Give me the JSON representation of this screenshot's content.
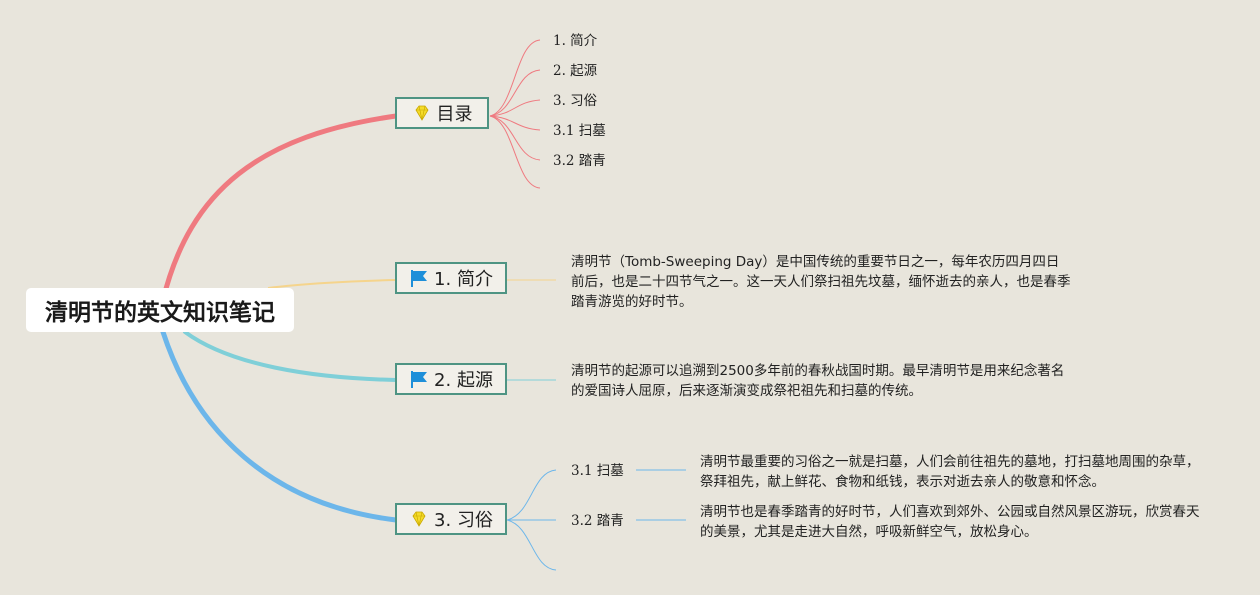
{
  "root": {
    "title": "清明节的英文知识笔记"
  },
  "topics": {
    "toc": {
      "label": "目录",
      "icon": "diamond-icon"
    },
    "intro": {
      "label": "1. 简介",
      "icon": "flag-icon"
    },
    "origin": {
      "label": "2. 起源",
      "icon": "flag-icon"
    },
    "customs": {
      "label": "3. 习俗",
      "icon": "diamond-icon"
    }
  },
  "toc_items": [
    "1. 简介",
    "2. 起源",
    "3. 习俗",
    "3.1 扫墓",
    "3.2 踏青"
  ],
  "notes": {
    "intro": "清明节（Tomb-Sweeping Day）是中国传统的重要节日之一，每年农历四月四日前后，也是二十四节气之一。这一天人们祭扫祖先坟墓，缅怀逝去的亲人，也是春季踏青游览的好时节。",
    "origin": "清明节的起源可以追溯到2500多年前的春秋战国时期。最早清明节是用来纪念著名的爱国诗人屈原，后来逐渐演变成祭祀祖先和扫墓的传统。"
  },
  "customs": [
    {
      "label": "3.1 扫墓",
      "note": "清明节最重要的习俗之一就是扫墓，人们会前往祖先的墓地，打扫墓地周围的杂草，祭拜祖先，献上鲜花、食物和纸钱，表示对逝去亲人的敬意和怀念。"
    },
    {
      "label": "3.2 踏青",
      "note": "清明节也是春季踏青的好时节，人们喜欢到郊外、公园或自然风景区游玩，欣赏春天的美景，尤其是走进大自然，呼吸新鲜空气，放松身心。"
    }
  ],
  "colors": {
    "toc_branch": "#ef7a80",
    "intro_branch": "#f5d48c",
    "origin_branch": "#7fcfd8",
    "customs_branch": "#6cb6ea",
    "topic_border": "#4e9483",
    "flag": "#1e8fd9",
    "diamond": "#f5dc2a"
  }
}
